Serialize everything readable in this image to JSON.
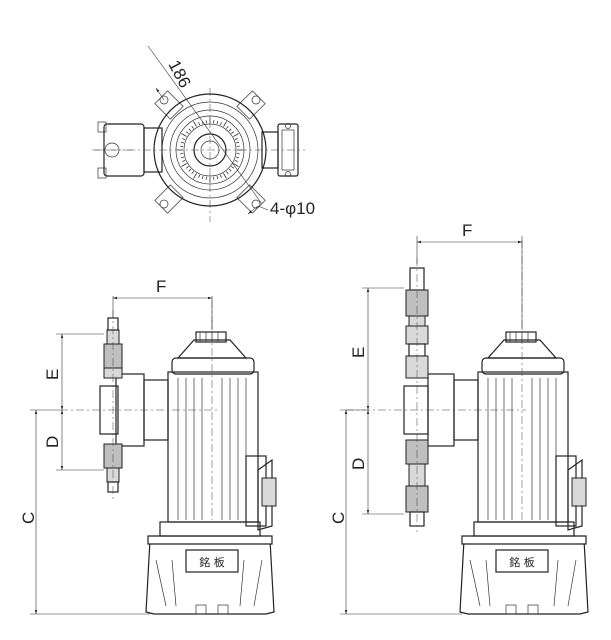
{
  "top_view": {
    "diameter_label": "186",
    "holes_label": "4-φ10"
  },
  "left_view": {
    "dim_f": "F",
    "dim_e": "E",
    "dim_d": "D",
    "dim_c": "C",
    "nameplate": "銘 板"
  },
  "right_view": {
    "dim_f": "F",
    "dim_e": "E",
    "dim_d": "D",
    "dim_c": "C",
    "nameplate": "銘 板"
  }
}
